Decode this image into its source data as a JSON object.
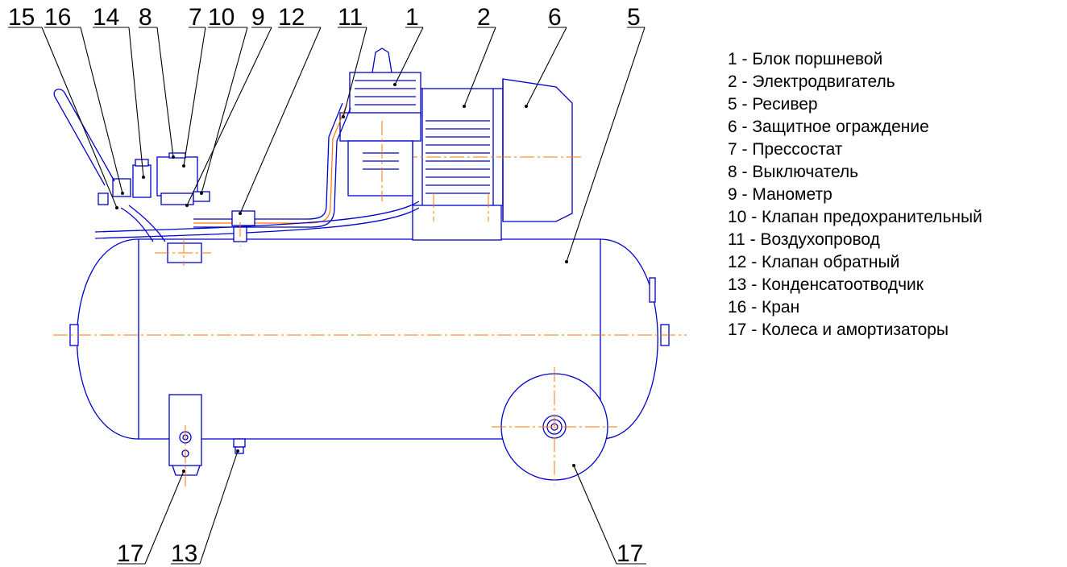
{
  "callouts": {
    "top": [
      "15",
      "16",
      "14",
      "8",
      "7",
      "10",
      "9",
      "12",
      "11",
      "1",
      "2",
      "6",
      "5"
    ],
    "bottom": [
      "17",
      "13",
      "17"
    ]
  },
  "legend": [
    "1 - Блок поршневой",
    "2 - Электродвигатель",
    "5 - Ресивер",
    "6 - Защитное ограждение",
    "7 - Прессостат",
    "8 - Выключатель",
    "9 - Манометр",
    "10 - Клапан предохранительный",
    "11 - Воздухопровод",
    "12 - Клапан обратный",
    "13 - Конденсатоотводчик",
    "16 - Кран",
    "17 - Колеса и амортизаторы"
  ],
  "colors": {
    "outline": "#0000cc",
    "centerline": "#ff7a00",
    "text": "#000000"
  }
}
